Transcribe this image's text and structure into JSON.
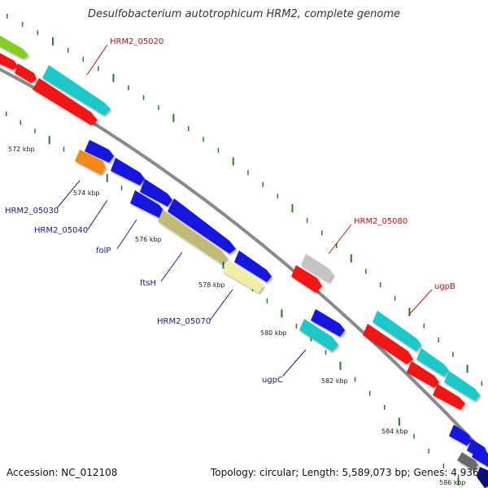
{
  "header": {
    "title": "Desulfobacterium autotrophicum HRM2, complete genome"
  },
  "footer": {
    "accession": "Accession: NC_012108",
    "summary": "Topology: circular; Length: 5,589,073 bp; Genes: 4,936"
  },
  "colors": {
    "backbone": "#8a8a8a",
    "tick": "#2a7a2a",
    "red": "#f01414",
    "cyan": "#1ec8c8",
    "blue": "#1414dc",
    "orange": "#f08a14",
    "khaki": "#c2bb78",
    "pale_yellow": "#f2eea2",
    "grey": "#c4c4c4",
    "dark_grey": "#6a6a6a",
    "green": "#86cc20",
    "label_red": "#cc1010",
    "label_blue": "#1a1aa0"
  },
  "scale_labels": [
    "572 kbp",
    "574 kbp",
    "576 kbp",
    "578 kbp",
    "580 kbp",
    "582 kbp",
    "584 kbp",
    "586 kbp"
  ],
  "gene_labels": [
    "HRM2_05020",
    "HRM2_05080",
    "ugpB",
    "HRM2_05030",
    "HRM2_05040",
    "folP",
    "ftsH",
    "HRM2_05070",
    "ugpC"
  ]
}
